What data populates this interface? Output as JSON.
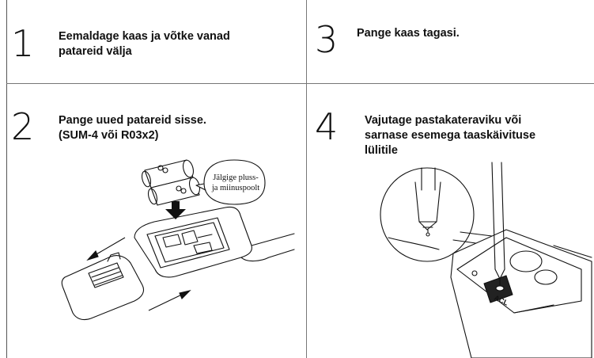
{
  "steps": [
    {
      "number": "1",
      "text_line1": "Eemaldage kaas ja võtke vanad",
      "text_line2": "patareid välja"
    },
    {
      "number": "2",
      "text_line1": "Pange uued patareid sisse.",
      "text_line2": "(SUM-4 või R03x2)"
    },
    {
      "number": "3",
      "text_line1": "Pange kaas tagasi."
    },
    {
      "number": "4",
      "text_line1": "Vajutage pastakateraviku või",
      "text_line2": "sarnase esemega taaskäivituse",
      "text_line3": "lülitile"
    }
  ],
  "bubble": {
    "line1": "Jälgige pluss-",
    "line2": "ja miinuspoolt"
  },
  "acl_label": "ACL"
}
